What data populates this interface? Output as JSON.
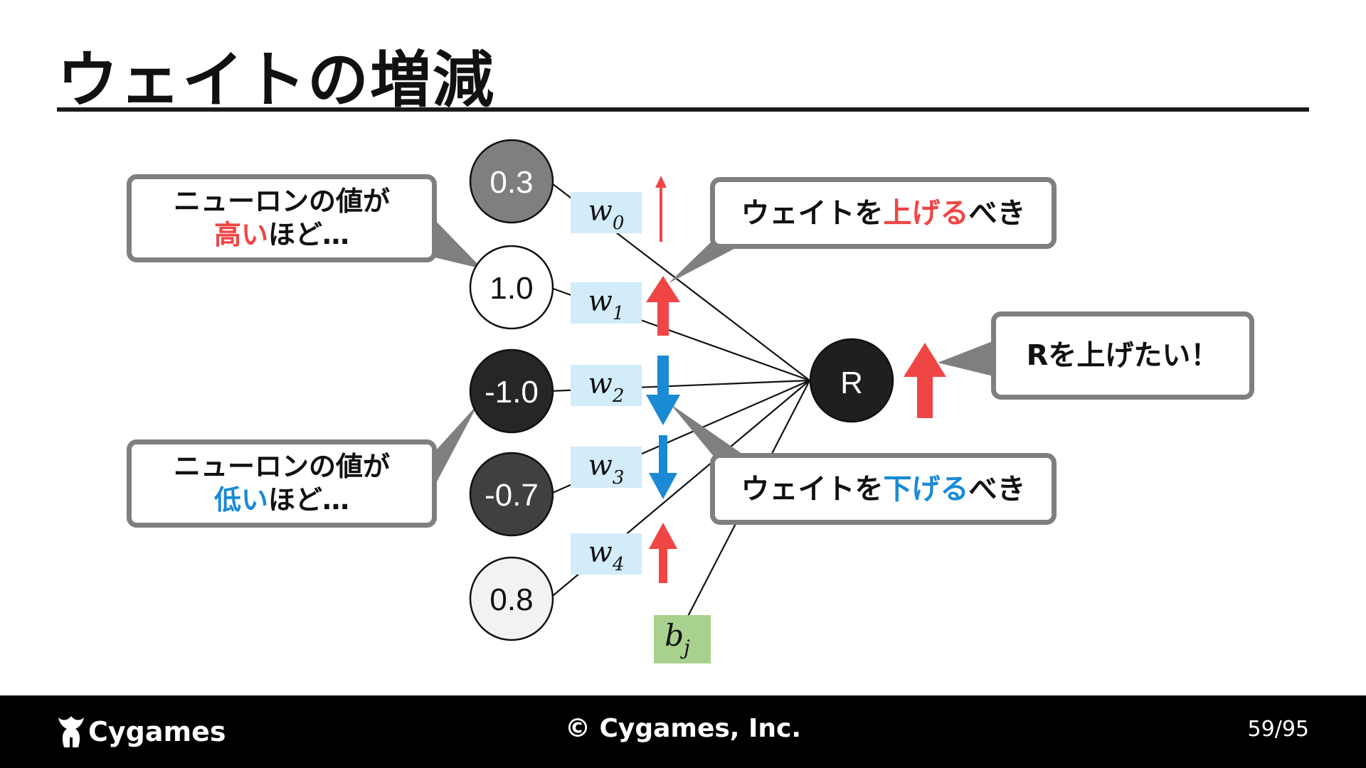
{
  "slide": {
    "title": "ウェイトの増減"
  },
  "neurons": [
    {
      "id": "n0",
      "value": "0.3",
      "fill": "#7f7f7f",
      "text_color": "#ffffff"
    },
    {
      "id": "n1",
      "value": "1.0",
      "fill": "#ffffff",
      "text_color": "#111111"
    },
    {
      "id": "n2",
      "value": "-1.0",
      "fill": "#262626",
      "text_color": "#ffffff"
    },
    {
      "id": "n3",
      "value": "-0.7",
      "fill": "#404040",
      "text_color": "#ffffff"
    },
    {
      "id": "n4",
      "value": "0.8",
      "fill": "#f2f2f2",
      "text_color": "#111111"
    }
  ],
  "weights": [
    {
      "base": "w",
      "sub": "0",
      "direction": "up",
      "strength": "weak"
    },
    {
      "base": "w",
      "sub": "1",
      "direction": "up",
      "strength": "strong"
    },
    {
      "base": "w",
      "sub": "2",
      "direction": "down",
      "strength": "strong"
    },
    {
      "base": "w",
      "sub": "3",
      "direction": "down",
      "strength": "medium"
    },
    {
      "base": "w",
      "sub": "4",
      "direction": "up",
      "strength": "medium"
    }
  ],
  "bias": {
    "base": "b",
    "sub": "j"
  },
  "output": {
    "label": "R",
    "direction": "up"
  },
  "callouts": {
    "high": {
      "line1": "ニューロンの値が",
      "highlight": "高い",
      "rest": "ほど…"
    },
    "low": {
      "line1": "ニューロンの値が",
      "highlight": "低い",
      "rest": "ほど…"
    },
    "raise": {
      "pre": "ウェイトを",
      "highlight": "上げる",
      "post": "べき"
    },
    "lower": {
      "pre": "ウェイトを",
      "highlight": "下げる",
      "post": "べき"
    },
    "goal": {
      "text": "Rを上げたい！"
    }
  },
  "colors": {
    "up_arrow": "#f04545",
    "down_arrow": "#1a8ad4",
    "weight_box": "#d2ecfa",
    "bias_box": "#a9d18e",
    "callout_border": "#7f7f7f"
  },
  "footer": {
    "logo": "Cygames",
    "copyright": "© Cygames, Inc.",
    "page": "59/95"
  }
}
